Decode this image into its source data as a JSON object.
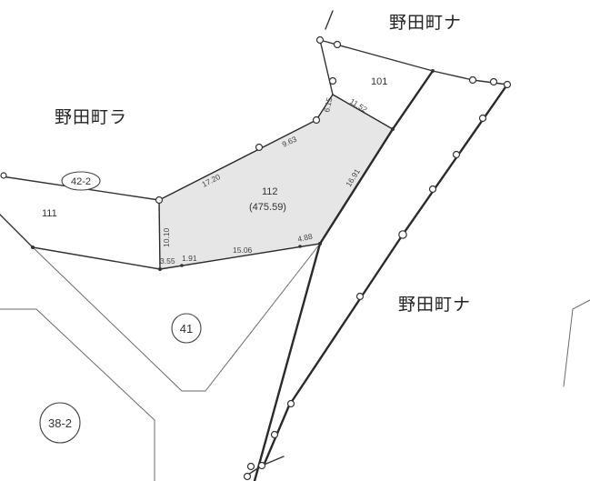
{
  "places": {
    "noda_na_top": "野田町ナ",
    "noda_ra": "野田町ラ",
    "noda_na_right": "野田町ナ"
  },
  "lots": {
    "lot_101": "101",
    "lot_111": "111",
    "lot_112": "112",
    "lot_112_area": "(475.59)",
    "lot_42_2": "42-2",
    "lot_41": "41",
    "lot_38_2": "38-2"
  },
  "dimensions": {
    "d_6_15": "6.15",
    "d_11_52": "11.52",
    "d_9_63": "9.63",
    "d_17_20": "17.20",
    "d_16_91": "16.91",
    "d_10_10": "10.10",
    "d_3_55": "3.55",
    "d_1_91": "1.91",
    "d_15_06": "15.06",
    "d_4_88": "4.88"
  },
  "colors": {
    "ink": "#333333",
    "shade": "#e6e6e6",
    "paper": "#ffffff"
  }
}
